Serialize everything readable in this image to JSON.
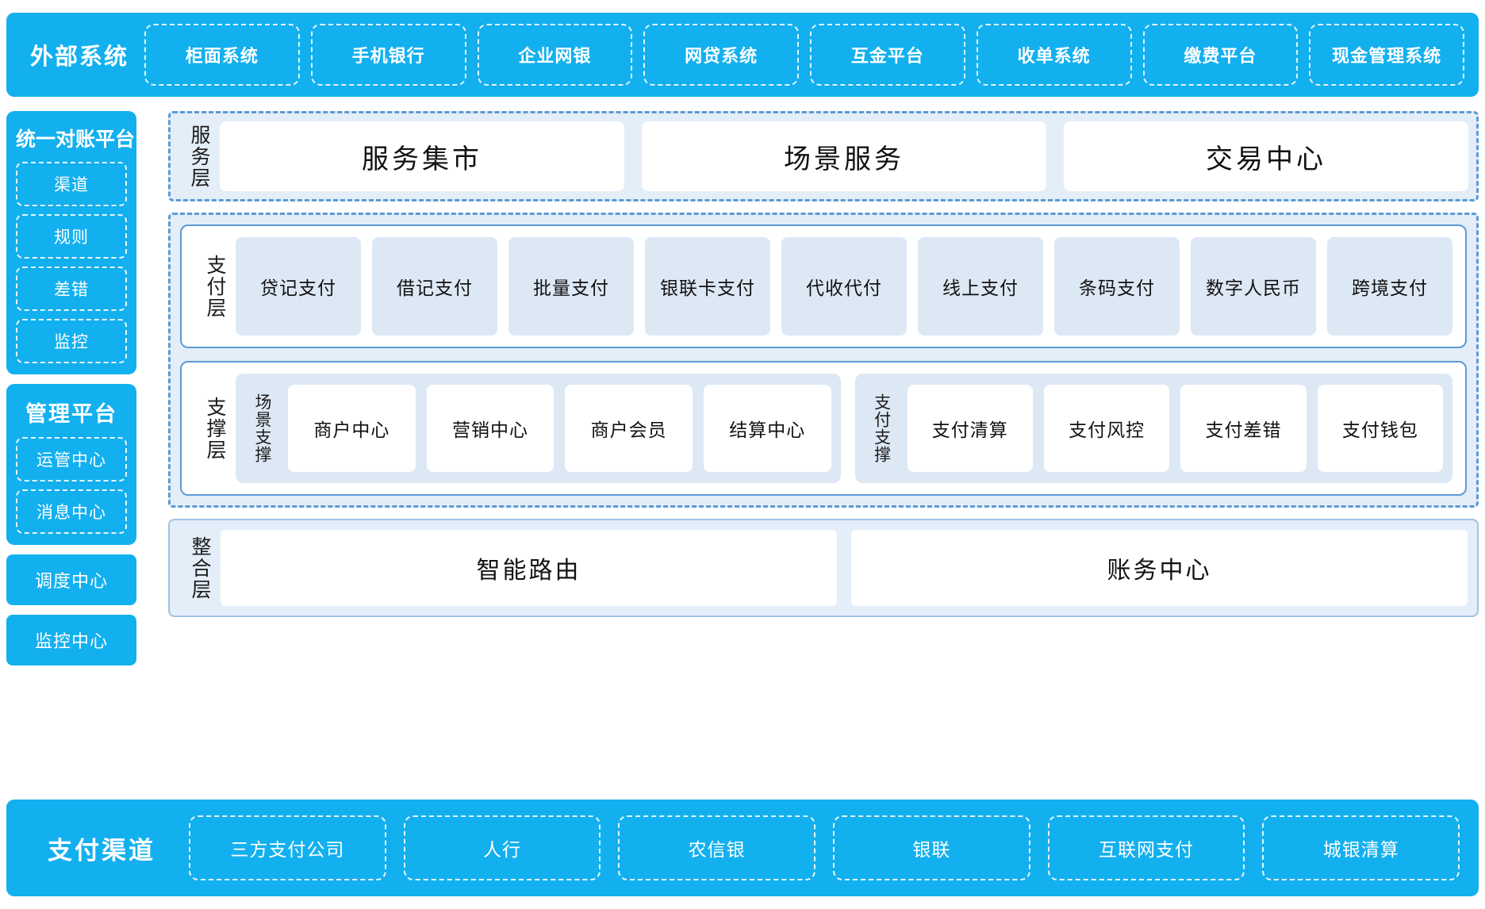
{
  "external": {
    "title": "外部系统",
    "items": [
      "柜面系统",
      "手机银行",
      "企业网银",
      "网贷系统",
      "互金平台",
      "收单系统",
      "缴费平台",
      "现金管理系统"
    ]
  },
  "sidebar": {
    "recon": {
      "title": "统一对账平台",
      "items": [
        "渠道",
        "规则",
        "差错",
        "监控"
      ]
    },
    "manage": {
      "title": "管理平台",
      "items": [
        "运管中心",
        "消息中心"
      ]
    },
    "standalone": [
      "调度中心",
      "监控中心"
    ]
  },
  "service_layer": {
    "label": "服务层",
    "cards": [
      "服务集市",
      "场景服务",
      "交易中心"
    ]
  },
  "payment_layer": {
    "label": "支付层",
    "cards": [
      "贷记支付",
      "借记支付",
      "批量支付",
      "银联卡支付",
      "代收代付",
      "线上支付",
      "条码支付",
      "数字人民币",
      "跨境支付"
    ]
  },
  "support_layer": {
    "label": "支撑层",
    "groups": [
      {
        "label": "场景支撑",
        "cards": [
          "商户中心",
          "营销中心",
          "商户会员",
          "结算中心"
        ]
      },
      {
        "label": "支付支撑",
        "cards": [
          "支付清算",
          "支付风控",
          "支付差错",
          "支付钱包"
        ]
      }
    ]
  },
  "integration_layer": {
    "label": "整合层",
    "cards": [
      "智能路由",
      "账务中心"
    ]
  },
  "channel": {
    "title": "支付渠道",
    "items": [
      "三方支付公司",
      "人行",
      "农信银",
      "银联",
      "互联网支付",
      "城银清算"
    ]
  },
  "colors": {
    "brand_blue": "#13b0ef",
    "dashed_blue": "#5b9bd5",
    "panel_light": "#e4eef8",
    "card_light": "#dde8f5"
  }
}
